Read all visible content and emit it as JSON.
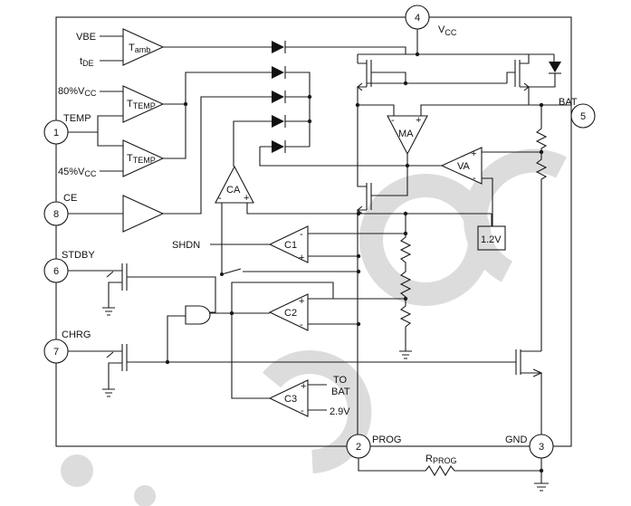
{
  "pins": [
    {
      "number": "1",
      "label": "TEMP"
    },
    {
      "number": "2",
      "label": "PROG"
    },
    {
      "number": "3",
      "label": "GND"
    },
    {
      "number": "4",
      "label": "VCC"
    },
    {
      "number": "5",
      "label": "BAT"
    },
    {
      "number": "6",
      "label": "STDBY"
    },
    {
      "number": "7",
      "label": "CHRG"
    },
    {
      "number": "8",
      "label": "CE"
    }
  ],
  "inputs": {
    "vbe": "VBE",
    "tde_main": "t",
    "tde_sub": "DE",
    "v80_main": "80%V",
    "v80_sub": "CC",
    "v45_main": "45%V",
    "v45_sub": "CC"
  },
  "blocks": {
    "tamb_main": "T",
    "tamb_sub": "amb",
    "ttemp_main": "T",
    "ttemp_sub": "TEMP",
    "ca": "CA",
    "ma": "MA",
    "va": "VA",
    "c1": "C1",
    "c2": "C2",
    "c3": "C3",
    "ref": "1.2V"
  },
  "signals": {
    "shdn": "SHDN",
    "to": "TO",
    "bat": "BAT",
    "v29": "2.9V",
    "rprog_main": "R",
    "rprog_sub": "PROG",
    "vcc_main": "V",
    "vcc_sub": "CC",
    "plus": "+",
    "minus": "-"
  }
}
